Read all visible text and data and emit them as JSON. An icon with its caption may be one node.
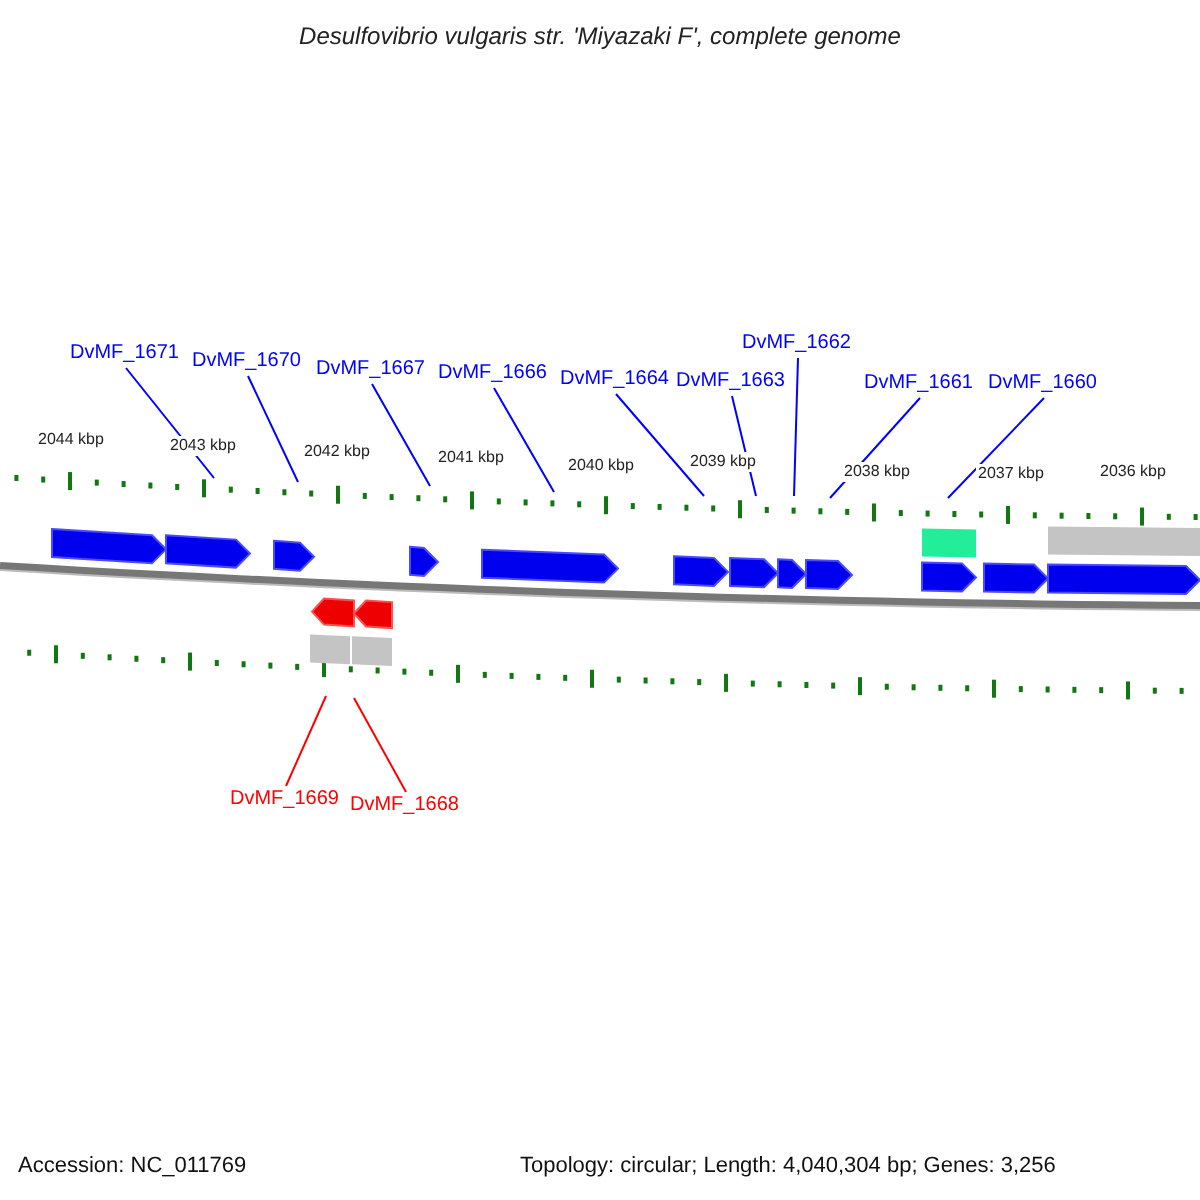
{
  "diagram": {
    "title": "Desulfovibrio vulgaris str. 'Miyazaki F', complete genome",
    "nodes": [
      {
        "text": [
          "DvMF_1671"
        ]
      },
      {
        "text": [
          "DvMF_1670"
        ]
      },
      {
        "text": [
          "DvMF_1667"
        ]
      },
      {
        "text": [
          "DvMF_1666"
        ]
      },
      {
        "text": [
          "DvMF_1664"
        ]
      },
      {
        "text": [
          "DvMF_1663"
        ]
      },
      {
        "text": [
          "DvMF_1662"
        ]
      },
      {
        "text": [
          "DvMF_1661"
        ]
      },
      {
        "text": [
          "DvMF_1660"
        ]
      },
      {
        "text": [
          "DvMF_1669"
        ]
      },
      {
        "text": [
          "DvMF_1668"
        ]
      }
    ],
    "edges": [
      {
        "from": 0,
        "to": null,
        "arrow": "none"
      },
      {
        "from": 1,
        "to": null,
        "arrow": "none"
      },
      {
        "from": 2,
        "to": null,
        "arrow": "none"
      },
      {
        "from": 3,
        "to": null,
        "arrow": "none"
      },
      {
        "from": 4,
        "to": null,
        "arrow": "none"
      },
      {
        "from": 5,
        "to": null,
        "arrow": "none"
      },
      {
        "from": 6,
        "to": null,
        "arrow": "none"
      },
      {
        "from": 7,
        "to": null,
        "arrow": "none"
      },
      {
        "from": 8,
        "to": null,
        "arrow": "none"
      },
      {
        "from": 9,
        "to": null,
        "arrow": "none",
        "color": "#ff0000"
      },
      {
        "from": 10,
        "to": null,
        "arrow": "none",
        "color": "#ff0000"
      }
    ],
    "labels": [
      "2044 kbp",
      "2043 kbp",
      "2042 kbp",
      "2041 kbp",
      "2040 kbp",
      "2039 kbp",
      "2038 kbp",
      "2037 kbp",
      "2036 kbp",
      "Accession: NC_011769",
      "Topology: circular; Length: 4,040,304 bp; Genes: 3,256"
    ]
  }
}
